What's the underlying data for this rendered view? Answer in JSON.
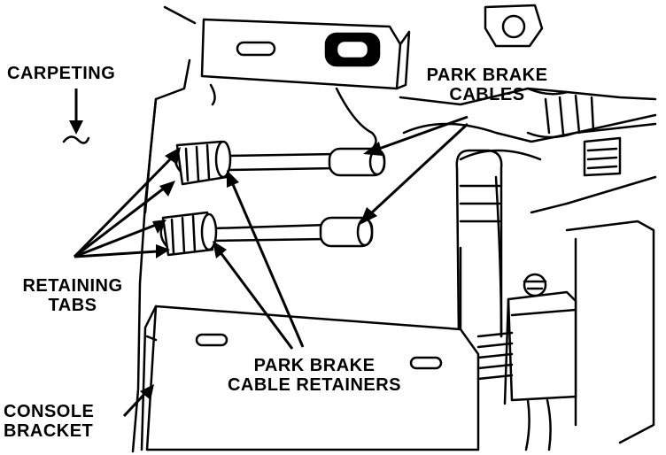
{
  "labels": {
    "carpeting": "CARPETING",
    "park_brake_cables": [
      "PARK BRAKE",
      "CABLES"
    ],
    "retaining_tabs": [
      "RETAINING",
      "TABS"
    ],
    "park_brake_cable_retainers": [
      "PARK BRAKE",
      "CABLE RETAINERS"
    ],
    "console_bracket": [
      "CONSOLE",
      "BRACKET"
    ]
  },
  "colors": {
    "ink": "#000000",
    "paper": "#ffffff"
  }
}
